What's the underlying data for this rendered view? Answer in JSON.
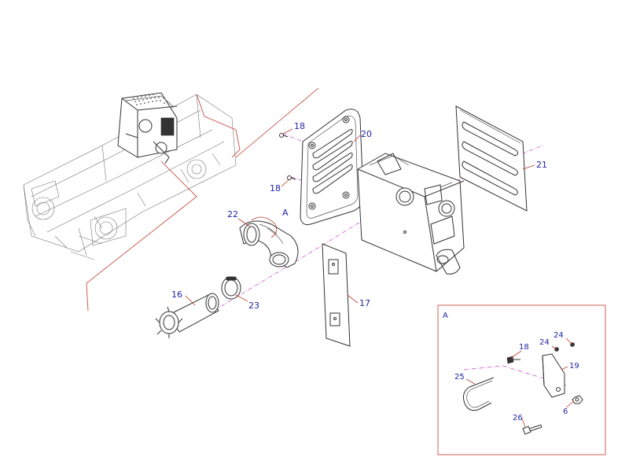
{
  "detail": {
    "title": "A"
  },
  "callouts": {
    "p16": "16",
    "p17": "17",
    "p18a": "18",
    "p18b": "18",
    "p20": "20",
    "p21": "21",
    "p22": "22",
    "p23": "23",
    "viewA": "A",
    "d18": "18",
    "d19": "19",
    "d24a": "24",
    "d24b": "24",
    "d25": "25",
    "d26": "26",
    "d6": "6"
  },
  "colors": {
    "label": "#2222aa",
    "leader": "#c0392b",
    "centerline": "#c040c0",
    "line": "#333333"
  }
}
